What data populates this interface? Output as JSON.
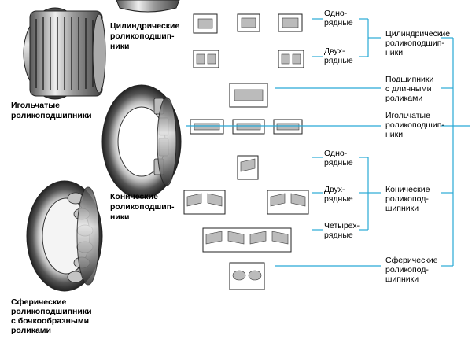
{
  "colors": {
    "connector": "#29a9d6",
    "text": "#000000",
    "metal_dark": "#333333",
    "metal_light": "#d9d9d9"
  },
  "photo_labels": {
    "needle": [
      "Игольчатые",
      "роликоподшипники"
    ],
    "cylindrical": [
      "Цилиндрические",
      "роликоподшип-",
      "ники"
    ],
    "tapered": [
      "Конические",
      "роликоподшип-",
      "ники"
    ],
    "spherical": [
      "Сферические",
      "роликоподшипники",
      "с бочкообразными",
      "роликами"
    ]
  },
  "row_labels": {
    "cyl_single": [
      "Одно-",
      "рядные"
    ],
    "cyl_double": [
      "Двух-",
      "рядные"
    ],
    "tap_single": [
      "Одно-",
      "рядные"
    ],
    "tap_double": [
      "Двух-",
      "рядные"
    ],
    "tap_four": [
      "Четырех-",
      "рядные"
    ]
  },
  "category_labels": {
    "cylindrical": [
      "Цилиндрические",
      "роликоподшип-",
      "ники"
    ],
    "long_roller": [
      "Подшипники",
      "с длинными",
      "роликами"
    ],
    "needle": [
      "Игольчатые",
      "роликоподшип-",
      "ники"
    ],
    "tapered": [
      "Конические",
      "роликопод-",
      "шипники"
    ],
    "spherical": [
      "Сферические",
      "роликопод-",
      "шипники"
    ]
  }
}
